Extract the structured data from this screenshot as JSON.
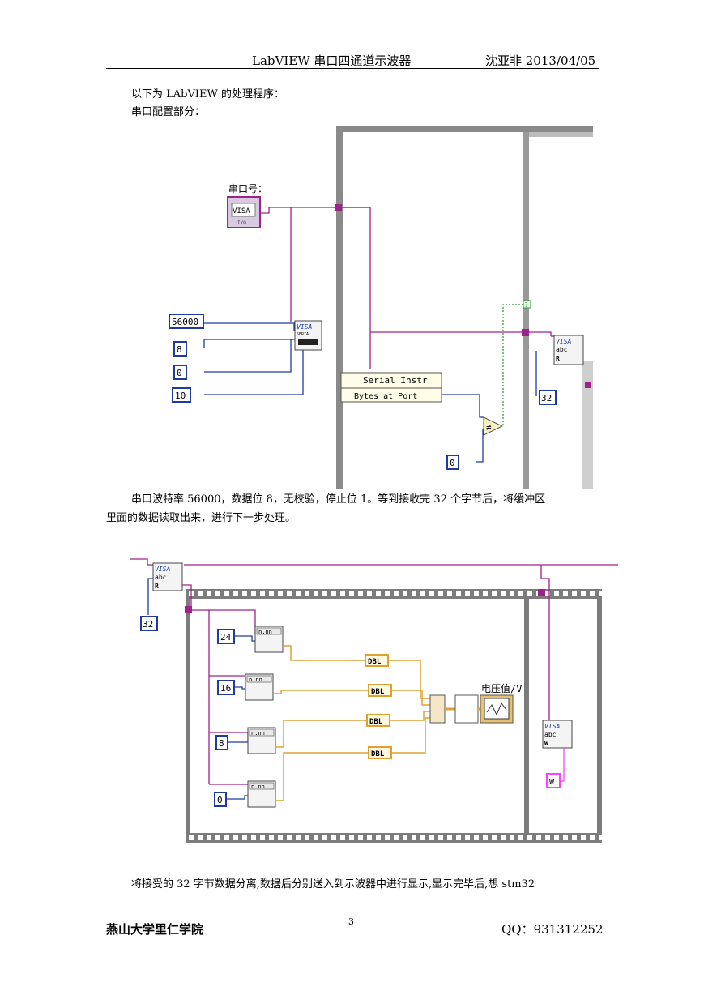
{
  "header": {
    "title": "LabVIEW 串口四通道示波器",
    "author_date": "沈亚非 2013/04/05"
  },
  "body": {
    "intro": "以下为 LAbVIEW 的处理程序：",
    "section_serial": "串口配置部分：",
    "para1_line1": "串口波特率 56000，数据位 8，无校验，停止位 1。等到接收完 32 个字节后，将缓冲区",
    "para1_line2": "里面的数据读取出来，进行下一步处理。",
    "para2_line1": "将接受的 32 字节数据分离,数据后分别送入到示波器中进行显示,显示完毕后,想 stm32"
  },
  "diagram1": {
    "port_label": "串口号：",
    "visa_text": "VISA",
    "io_text": "I/O",
    "visa_serial_text": "VISA",
    "serial_text": "SERIAL",
    "baud": "56000",
    "data_bits": "8",
    "parity": "0",
    "timeout": "10",
    "node_class": "Serial Instr",
    "node_prop": "Bytes at Port",
    "zero": "0",
    "read_count": "32",
    "read_visa": "VISA",
    "read_abc": "abc",
    "read_r": "R",
    "case_q": "?",
    "neq": "≠"
  },
  "diagram2": {
    "read_count": "32",
    "read_visa": "VISA",
    "read_abc": "abc",
    "read_r": "R",
    "offsets": [
      "24",
      "16",
      "8",
      "0"
    ],
    "dbl": "DBL",
    "nnn": "n.nn",
    "chart_label": "电压值/V",
    "write_visa": "VISA",
    "write_abc": "abc",
    "write_w": "W",
    "w_const": "W"
  },
  "footer": {
    "school": "燕山大学里仁学院",
    "page": "3",
    "qq": "QQ：931312252"
  },
  "colors": {
    "visa_wire": "#a0208c",
    "number_wire": "#1f3ba0",
    "dbl_wire": "#e0a030",
    "bool_wire": "#2a9a2a",
    "frame_gray": "#8a8a8a"
  }
}
